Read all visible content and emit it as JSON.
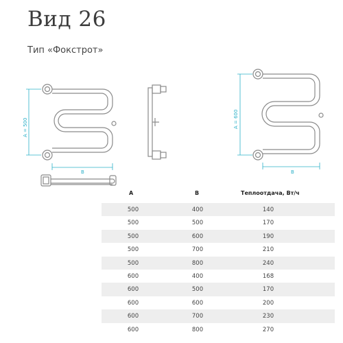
{
  "title": "Вид 26",
  "subtitle": "Тип «Фокстрот»",
  "dimensions": {
    "a500": "А = 500",
    "a600": "А = 600",
    "b_left": "B",
    "b_right": "B"
  },
  "table": {
    "headers": [
      "А",
      "В",
      "Теплоотдача, Вт/ч"
    ],
    "rows": [
      [
        "500",
        "400",
        "140"
      ],
      [
        "500",
        "500",
        "170"
      ],
      [
        "500",
        "600",
        "190"
      ],
      [
        "500",
        "700",
        "210"
      ],
      [
        "500",
        "800",
        "240"
      ],
      [
        "600",
        "400",
        "168"
      ],
      [
        "600",
        "500",
        "170"
      ],
      [
        "600",
        "600",
        "200"
      ],
      [
        "600",
        "700",
        "230"
      ],
      [
        "600",
        "800",
        "270"
      ]
    ]
  },
  "colors": {
    "line": "#8a8a8a",
    "dimension": "#2bb0c8"
  }
}
